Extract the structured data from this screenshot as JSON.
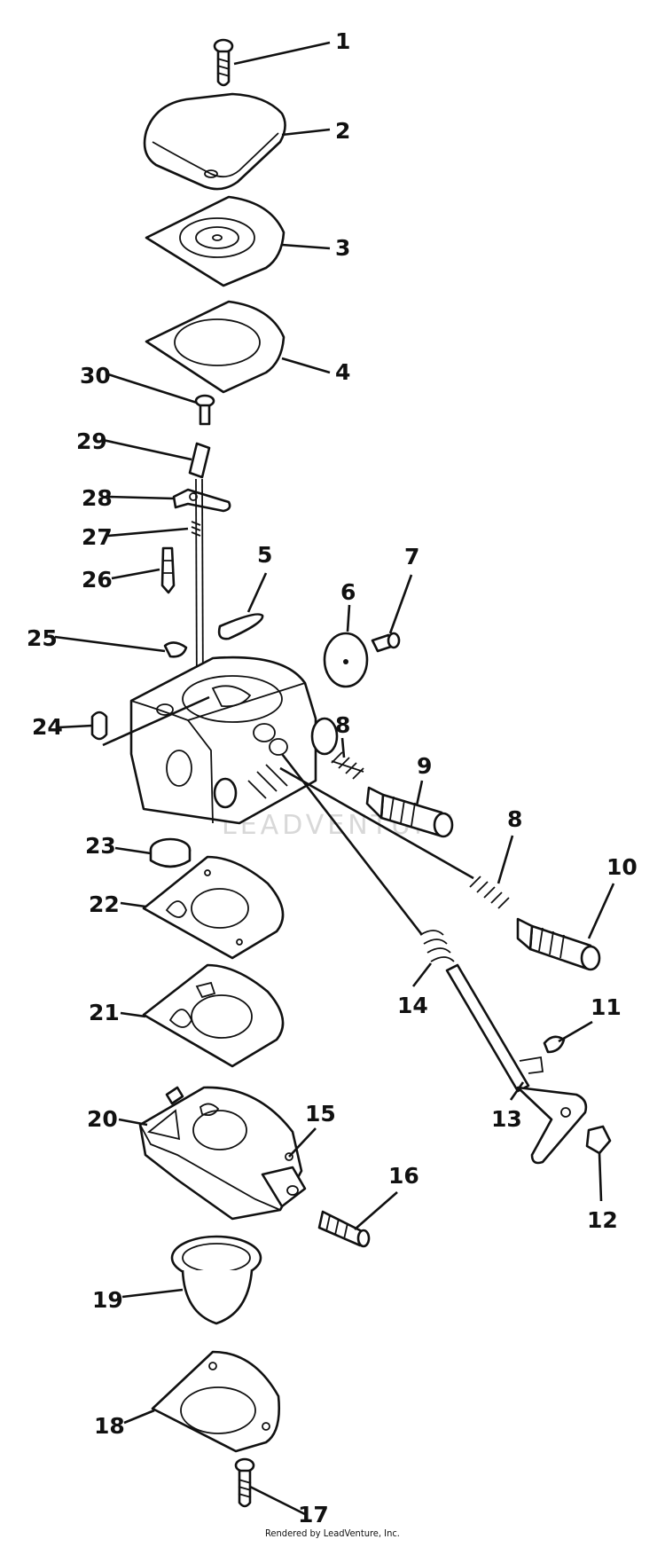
{
  "diagram": {
    "watermark": "LEADVENTURE",
    "footer": "Rendered by LeadVenture, Inc."
  },
  "callouts": {
    "p1": "1",
    "p2": "2",
    "p3": "3",
    "p4": "4",
    "p5": "5",
    "p6": "6",
    "p7": "7",
    "p8a": "8",
    "p8b": "8",
    "p9": "9",
    "p10": "10",
    "p11": "11",
    "p12": "12",
    "p13": "13",
    "p14": "14",
    "p15": "15",
    "p16": "16",
    "p17": "17",
    "p18": "18",
    "p19": "19",
    "p20": "20",
    "p21": "21",
    "p22": "22",
    "p23": "23",
    "p24": "24",
    "p25": "25",
    "p26": "26",
    "p27": "27",
    "p28": "28",
    "p29": "29",
    "p30": "30"
  },
  "colors": {
    "ink": "#111111",
    "paper": "#ffffff",
    "watermark": "#d8d8d8"
  }
}
